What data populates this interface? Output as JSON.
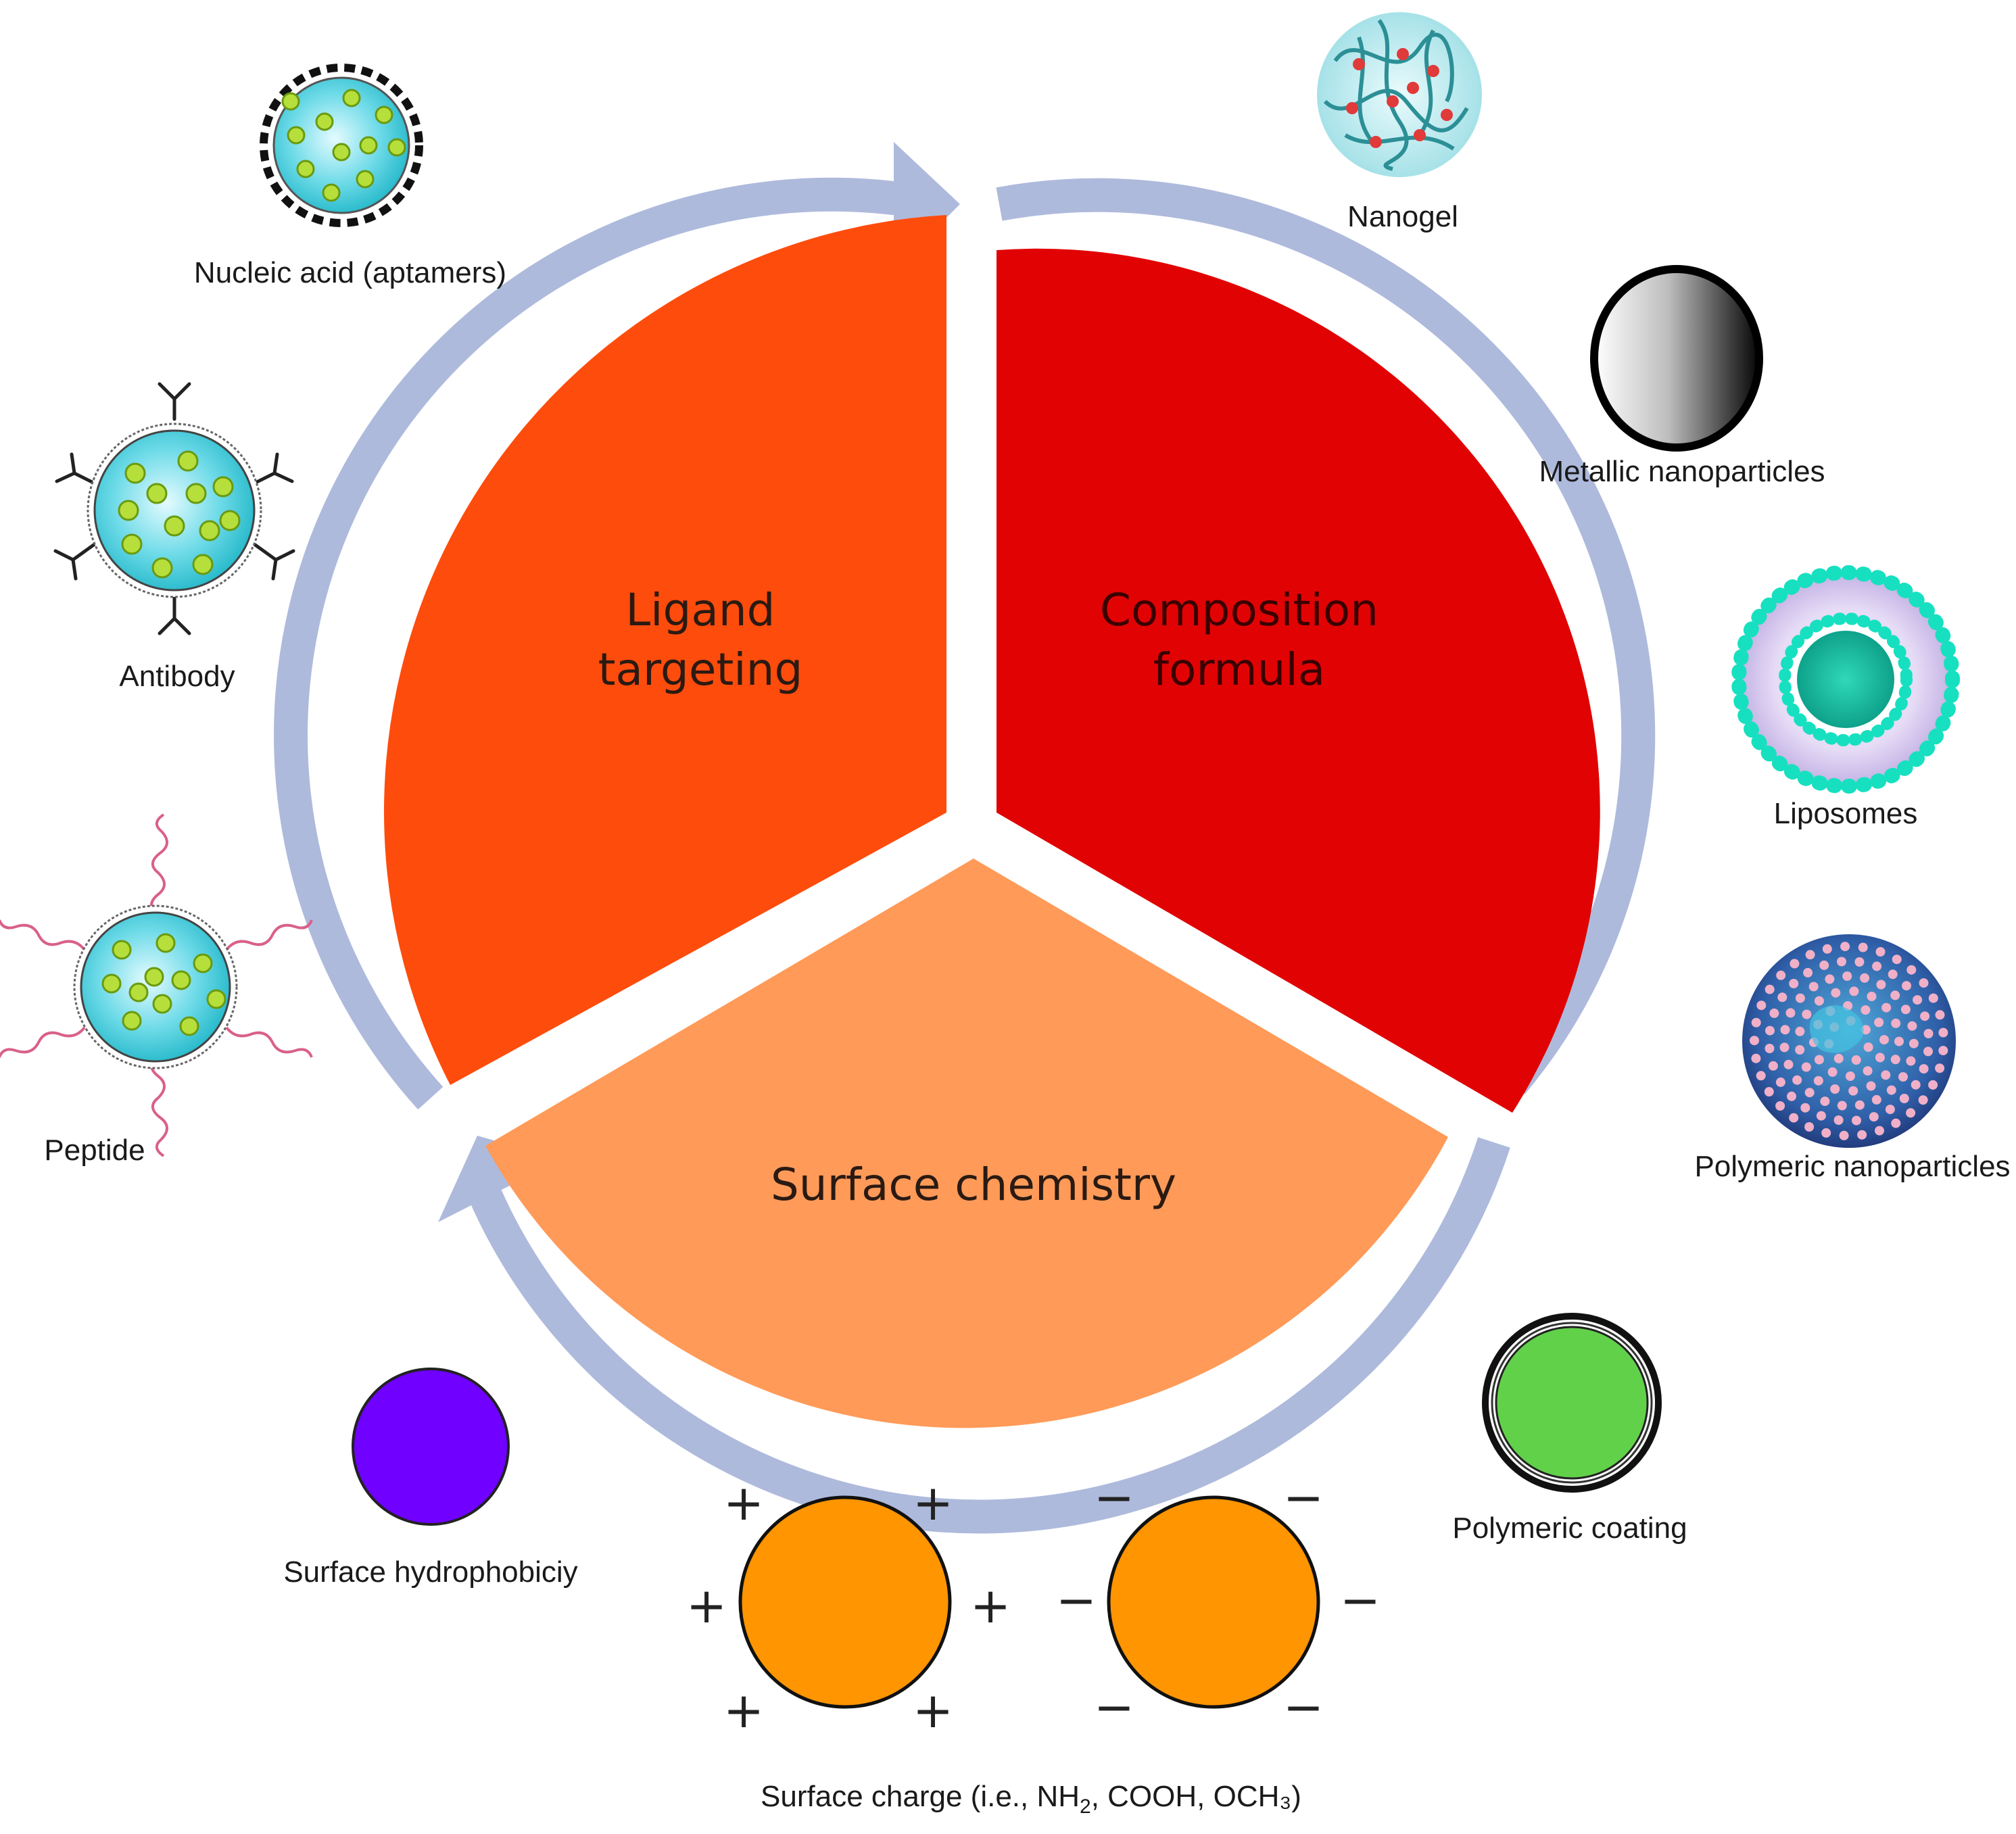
{
  "segments": {
    "ligand": {
      "line1": "Ligand",
      "line2": "targeting",
      "color": "#fe4c0c"
    },
    "composition": {
      "line1": "Composition",
      "line2": "formula",
      "color": "#e10304"
    },
    "surface": {
      "label": "Surface chemistry",
      "color": "#ff9a58"
    }
  },
  "cycle_ring_color": "#aebadc",
  "ligand_items": [
    {
      "label": "Nucleic acid (aptamers)",
      "icon": "aptamer-nanoparticle-icon"
    },
    {
      "label": "Antibody",
      "icon": "antibody-nanoparticle-icon"
    },
    {
      "label": "Peptide",
      "icon": "peptide-nanoparticle-icon"
    }
  ],
  "composition_items": [
    {
      "label": "Nanogel",
      "icon": "nanogel-icon"
    },
    {
      "label": "Metallic nanoparticles",
      "icon": "metallic-nanoparticle-icon"
    },
    {
      "label": "Liposomes",
      "icon": "liposome-icon"
    },
    {
      "label": "Polymeric nanoparticles",
      "icon": "polymeric-nanoparticle-icon"
    }
  ],
  "surface_items": {
    "hydrophobicity": {
      "label": "Surface hydrophobiciy",
      "color": "#7000ff"
    },
    "coating": {
      "label": "Polymeric coating",
      "color": "#62d14a"
    },
    "charge": {
      "label_prefix": "Surface charge (i.e., NH",
      "label_sub": "2",
      "label_suffix": ", COOH, OCH₃)",
      "plus_sign": "+",
      "minus_sign": "−",
      "particle_color": "#ff9500"
    }
  }
}
